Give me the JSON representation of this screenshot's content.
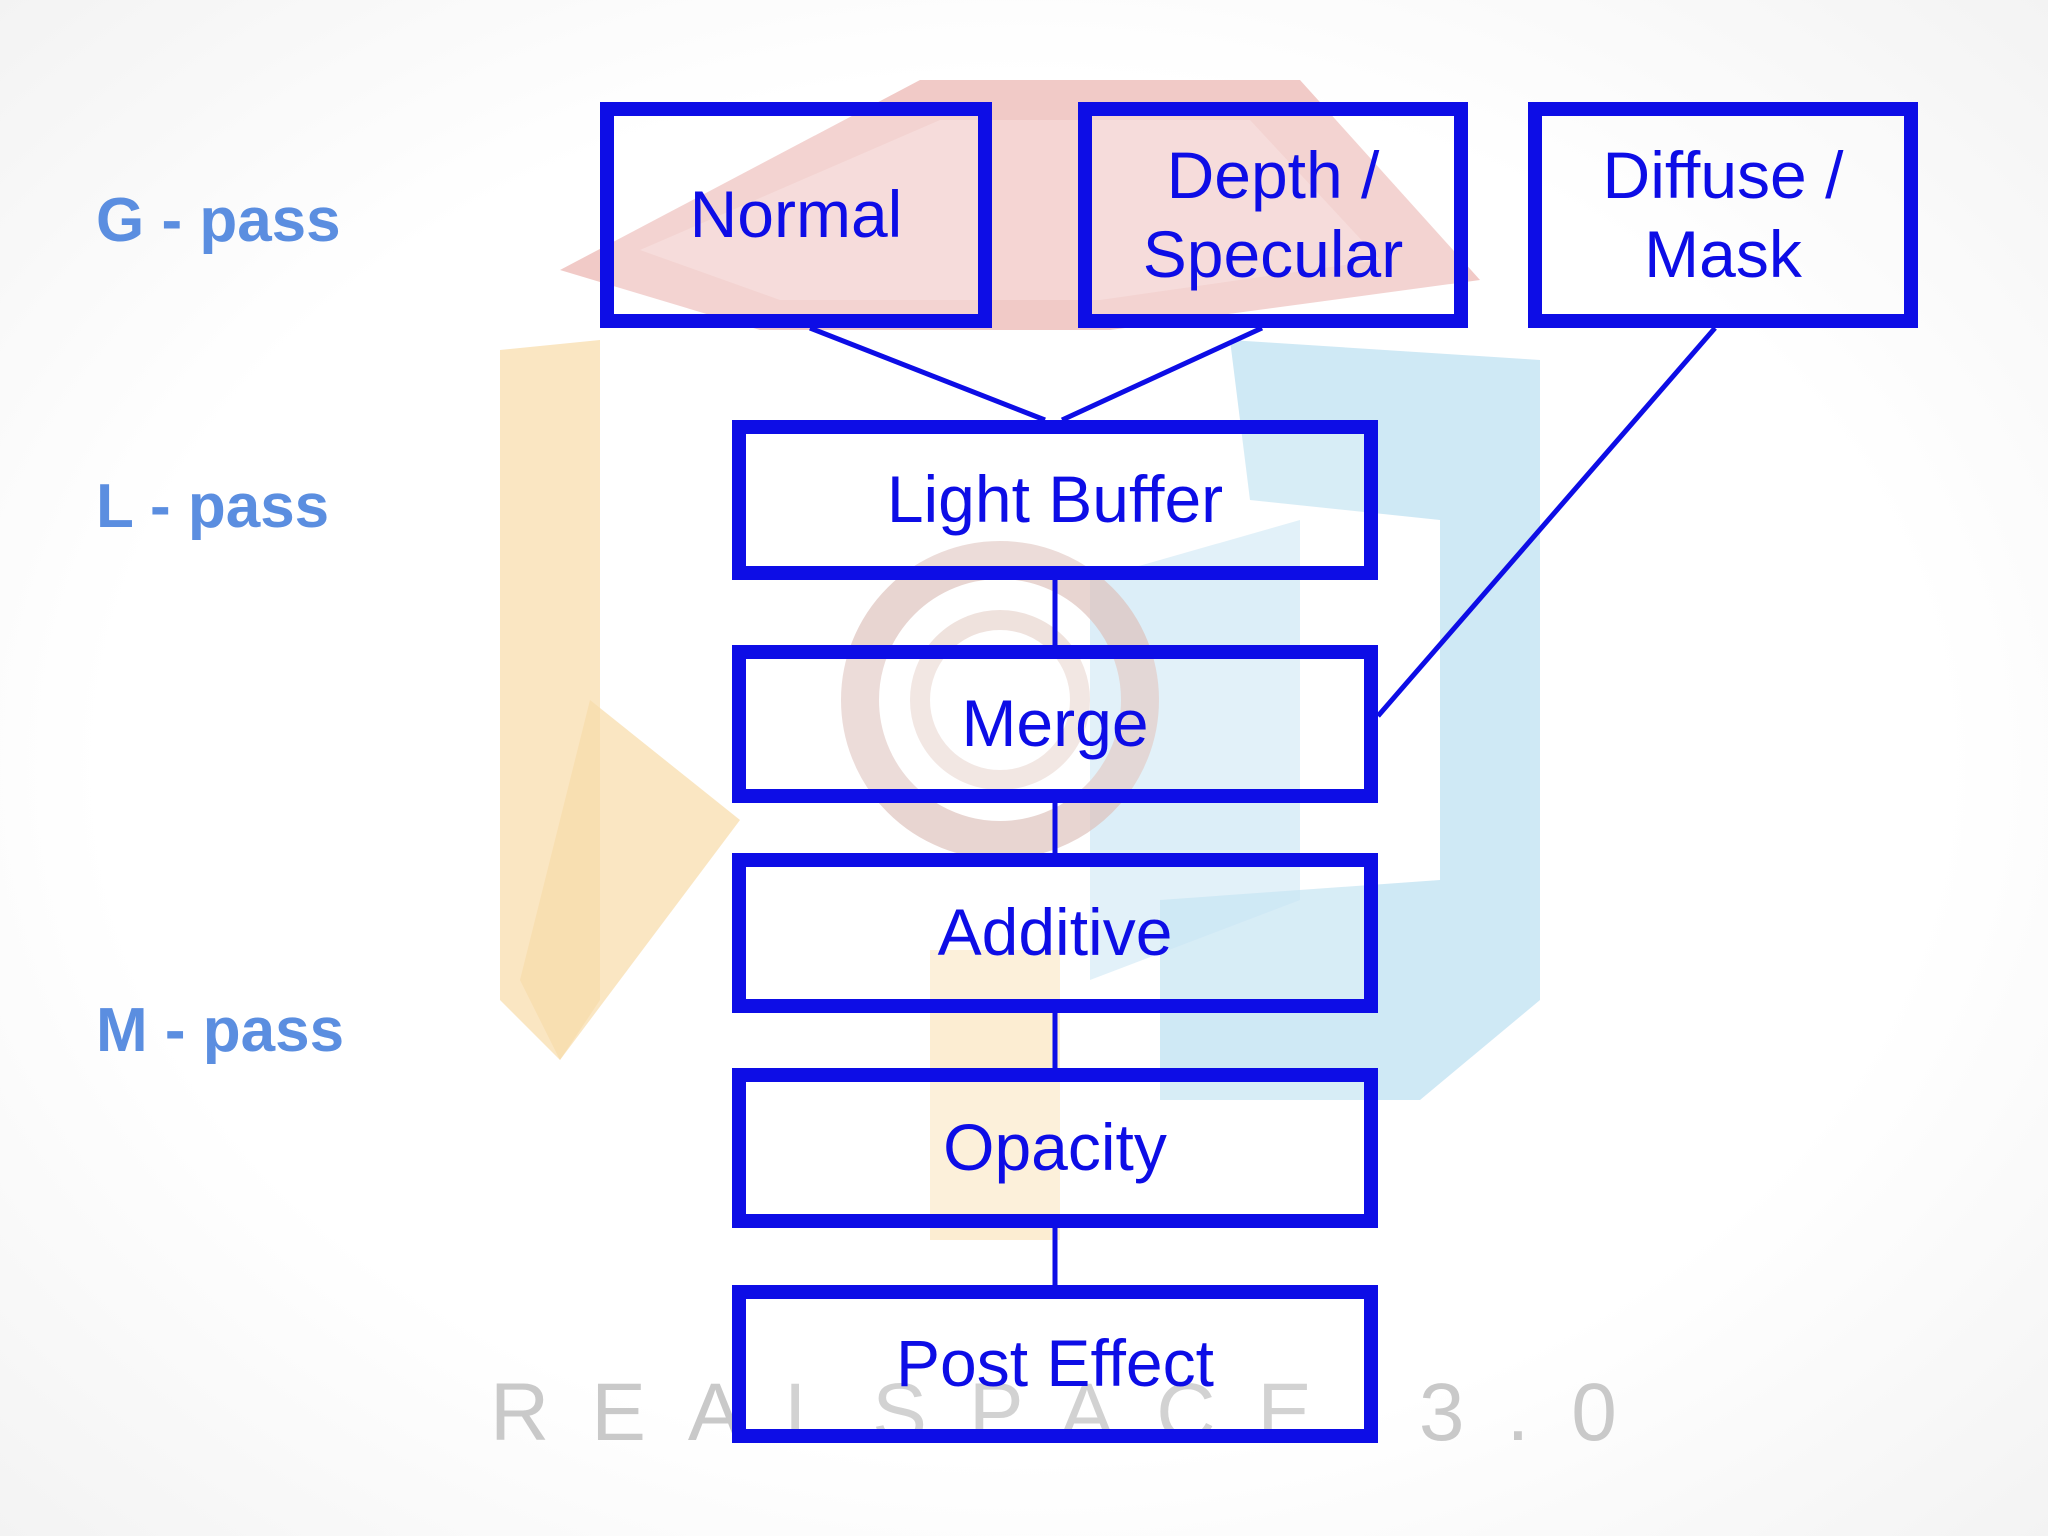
{
  "pass_labels": {
    "g": "G - pass",
    "l": "L - pass",
    "m": "M - pass"
  },
  "boxes": {
    "normal": "Normal",
    "depth_specular": "Depth /\nSpecular",
    "diffuse_mask": "Diffuse /\nMask",
    "light_buffer": "Light Buffer",
    "merge": "Merge",
    "additive": "Additive",
    "opacity": "Opacity",
    "post_effect": "Post Effect"
  },
  "watermark": {
    "text": "REALSPACE 3.0"
  },
  "colors": {
    "box_stroke": "#0d0de6",
    "box_text": "#0d0de6",
    "pass_label": "#5b8ee0",
    "watermark_red": "#e7a3a0",
    "watermark_orange": "#f6d596",
    "watermark_blue": "#a9d6ec"
  }
}
